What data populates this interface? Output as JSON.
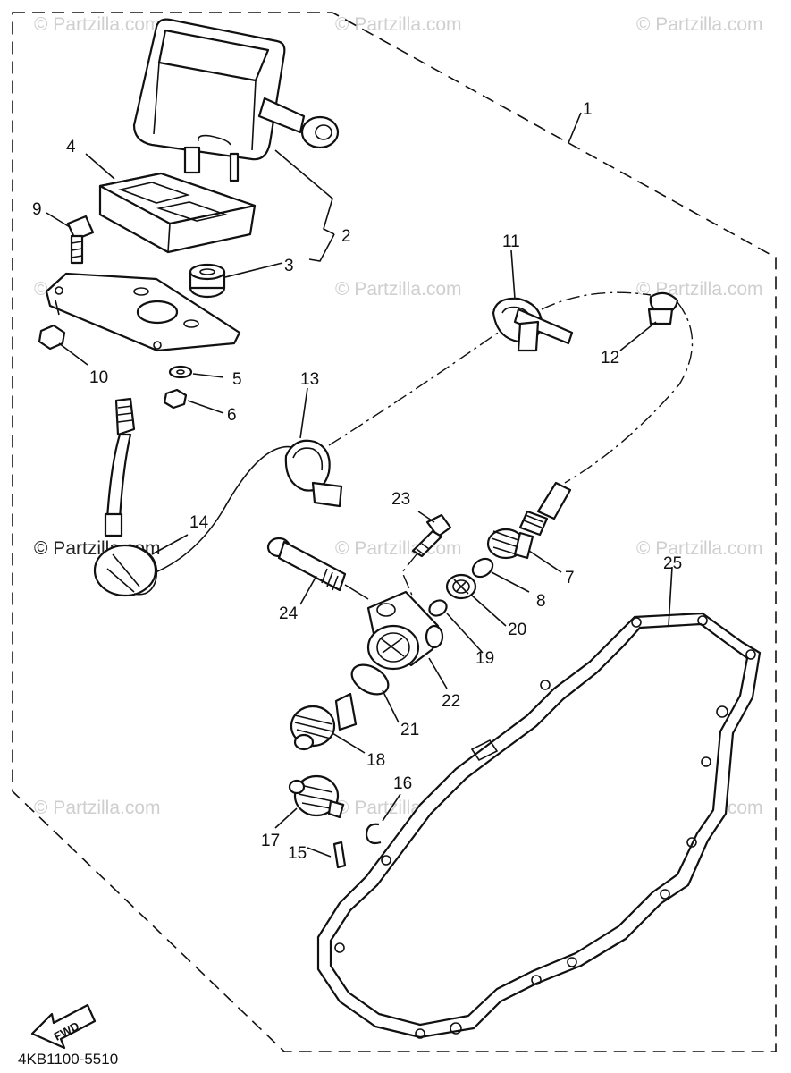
{
  "diagram": {
    "watermark": "© Partzilla.com",
    "diagram_code": "4KB1100-5510",
    "direction_label": "FWD",
    "callouts": [
      "1",
      "2",
      "3",
      "4",
      "5",
      "6",
      "7",
      "8",
      "9",
      "10",
      "11",
      "12",
      "13",
      "14",
      "15",
      "16",
      "17",
      "18",
      "19",
      "20",
      "21",
      "22",
      "23",
      "24",
      "25"
    ]
  }
}
